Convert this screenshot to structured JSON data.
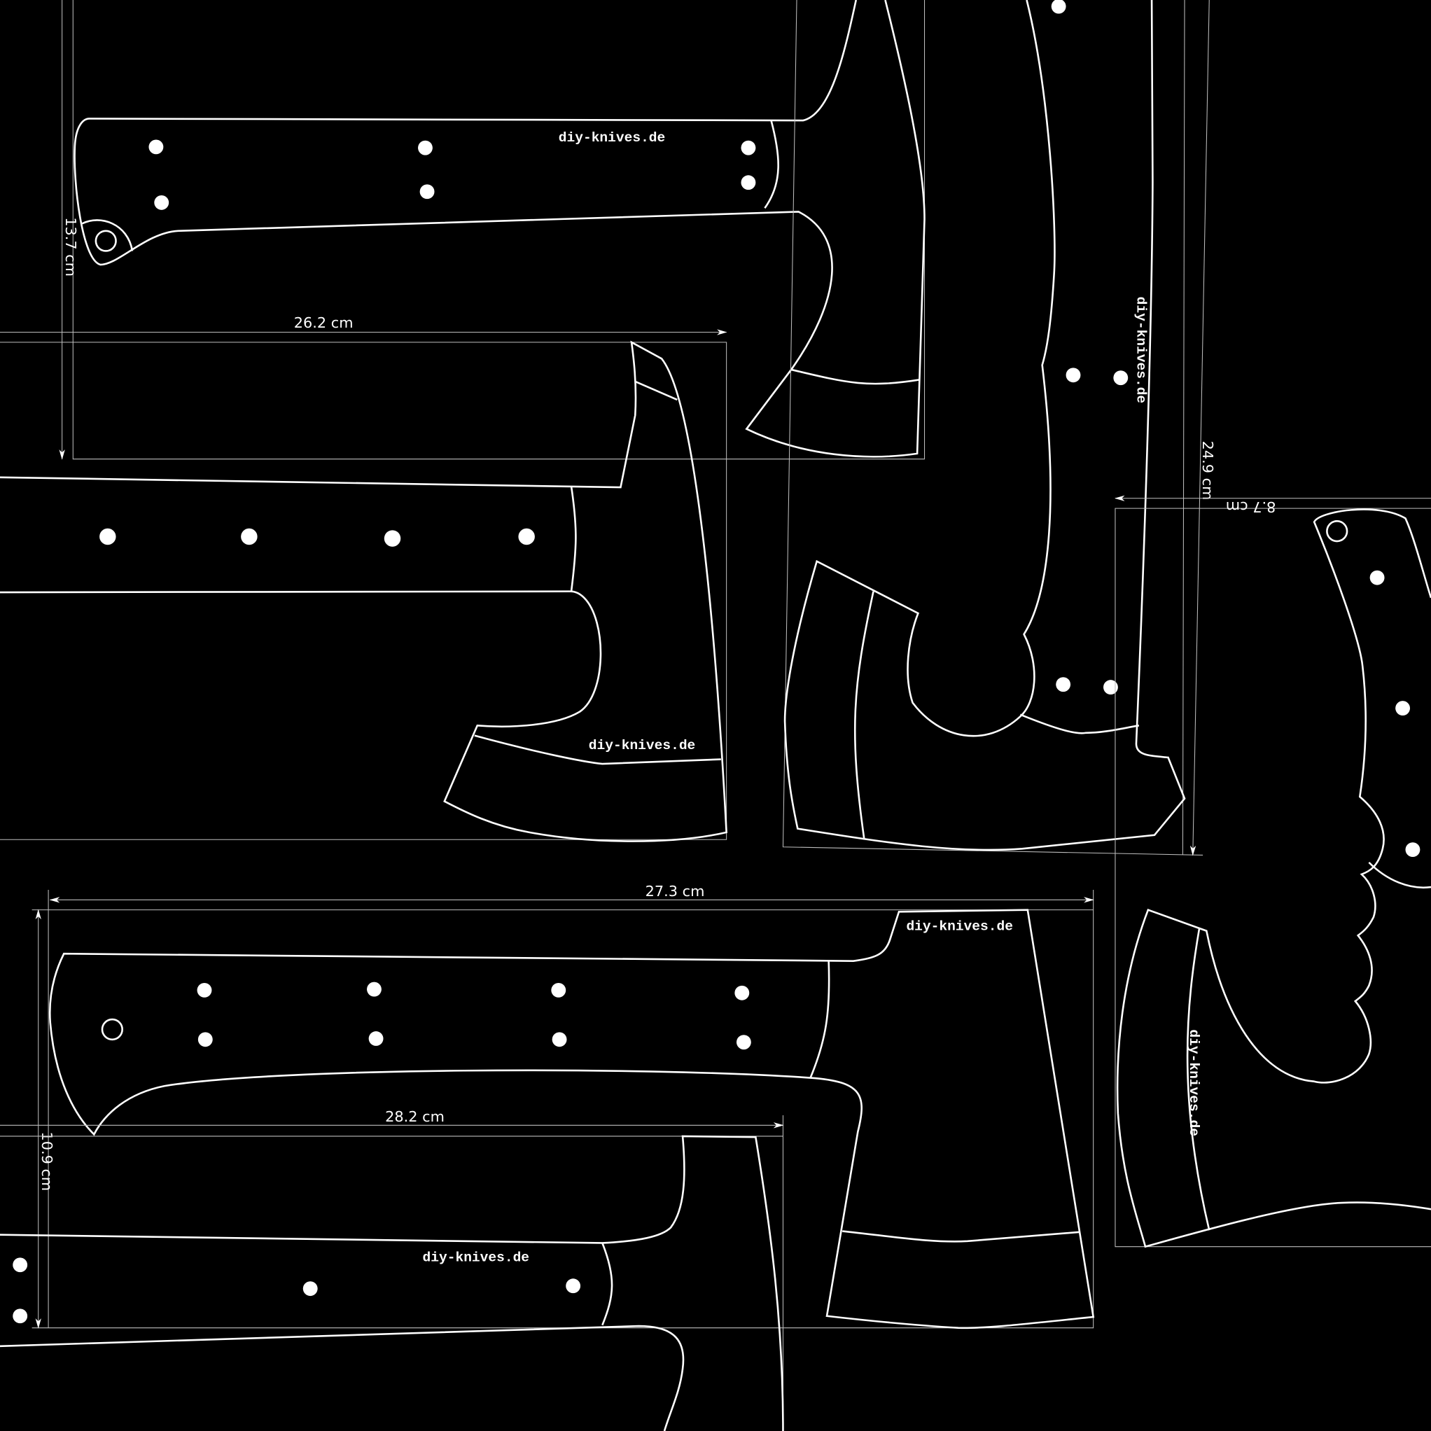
{
  "watermarks": [
    "diy-knives.de",
    "diy-knives.de",
    "diy-knives.de",
    "diy-knives.de",
    "diy-knives.de",
    "diy-knives.de"
  ],
  "dimensions": {
    "knife1_height": "13.7 cm",
    "knife2_width": "26.2 cm",
    "axe3_height": "24.9 cm",
    "axe4_width": "8.7 cm",
    "knife5_width": "27.3 cm",
    "knife6_width": "28.2 cm",
    "knife5_height": "10.9 cm"
  },
  "colors": {
    "background": "#000000",
    "outline": "#ffffff",
    "guide": "#bdbdbd"
  }
}
